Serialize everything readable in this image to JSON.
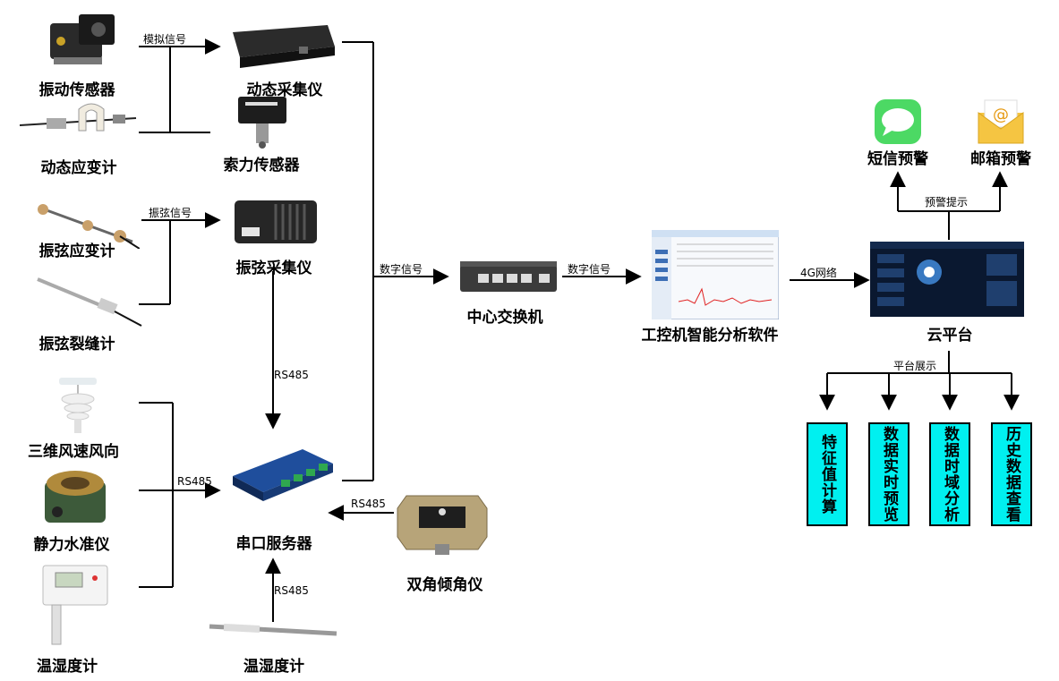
{
  "labels": {
    "vibration_sensor": "振动传感器",
    "dynamic_strain": "动态应变计",
    "vw_strain": "振弦应变计",
    "vw_crack": "振弦裂缝计",
    "wind": "三维风速风向",
    "static_level": "静力水准仪",
    "temp_humidity_left": "温湿度计",
    "dynamic_collector": "动态采集仪",
    "cable_force": "索力传感器",
    "vw_collector": "振弦采集仪",
    "serial_server": "串口服务器",
    "temp_humidity_bottom": "温湿度计",
    "dual_inclinometer": "双角倾角仪",
    "switch": "中心交换机",
    "software": "工控机智能分析软件",
    "cloud": "云平台",
    "sms": "短信预警",
    "email": "邮箱预警"
  },
  "signals": {
    "analog": "模拟信号",
    "vw_signal": "振弦信号",
    "rs485_a": "RS485",
    "rs485_b": "RS485",
    "rs485_c": "RS485",
    "rs485_d": "RS485",
    "digital_a": "数字信号",
    "digital_b": "数字信号",
    "net_4g": "4G网络",
    "alert": "预警提示",
    "platform_show": "平台展示"
  },
  "features": [
    "特征值计算",
    "数据实时预览",
    "数据时域分析",
    "历史数据查看"
  ],
  "colors": {
    "feature_fill": "#00f0f0",
    "sms_green": "#4cd964",
    "mail_yellow": "#f5c542",
    "cloud_dark": "#0a1830",
    "device_brass": "#b09a6a"
  }
}
